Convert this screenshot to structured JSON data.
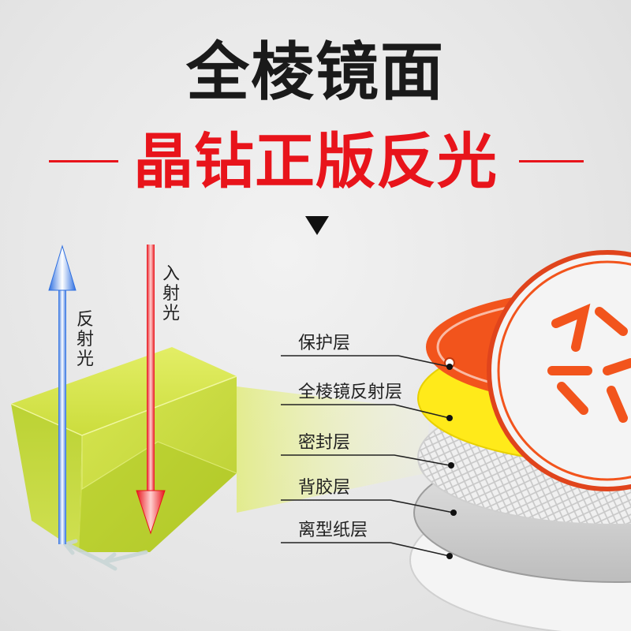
{
  "heading": {
    "title": "全棱镜面",
    "subtitle": "晶钻正版反光"
  },
  "light": {
    "reflected_label": "反射光",
    "incident_label": "入射光"
  },
  "layers": [
    {
      "label": "保护层"
    },
    {
      "label": "全棱镜反射层"
    },
    {
      "label": "密封层"
    },
    {
      "label": "背胶层"
    },
    {
      "label": "离型纸层"
    }
  ],
  "colors": {
    "red": "#e8141b",
    "prism": "#c8dc3c",
    "orange": "#f2541c",
    "yellow": "#ffea1a",
    "blue_arrow": "#3d7ee8"
  }
}
